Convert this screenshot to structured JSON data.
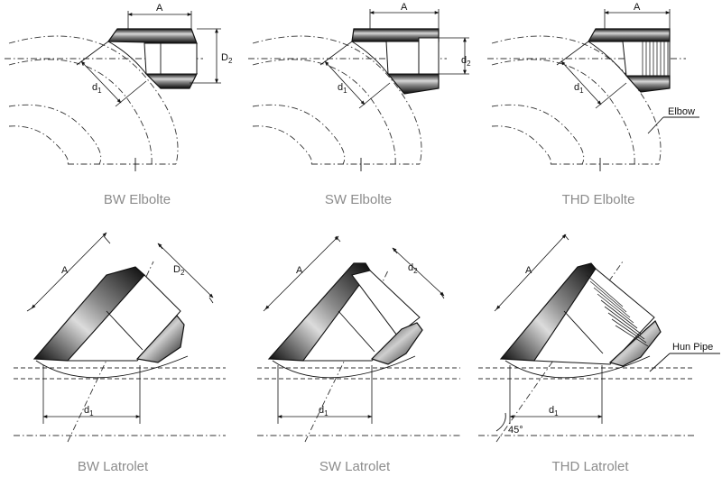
{
  "diagrams": {
    "bw_elbolet": {
      "caption": "BW Elbolte",
      "dim_a": "A",
      "dim_d": "D",
      "dim_d_sub": "2",
      "dim_d1": "d",
      "dim_d1_sub": "1"
    },
    "sw_elbolet": {
      "caption": "SW Elbolte",
      "dim_a": "A",
      "dim_d": "d",
      "dim_d_sub": "2",
      "dim_d1": "d",
      "dim_d1_sub": "1"
    },
    "thd_elbolet": {
      "caption": "THD Elbolte",
      "dim_a": "A",
      "dim_d1": "d",
      "dim_d1_sub": "1",
      "callout": "Elbow"
    },
    "bw_latrolet": {
      "caption": "BW Latrolet",
      "dim_a": "A",
      "dim_d": "D",
      "dim_d_sub": "2",
      "dim_d1": "d",
      "dim_d1_sub": "1"
    },
    "sw_latrolet": {
      "caption": "SW Latrolet",
      "dim_a": "A",
      "dim_d": "d",
      "dim_d_sub": "2",
      "dim_d1": "d",
      "dim_d1_sub": "1"
    },
    "thd_latrolet": {
      "caption": "THD Latrolet",
      "dim_a": "A",
      "dim_d1": "d",
      "dim_d1_sub": "1",
      "angle": "45°",
      "callout": "Hun Pipe"
    }
  }
}
